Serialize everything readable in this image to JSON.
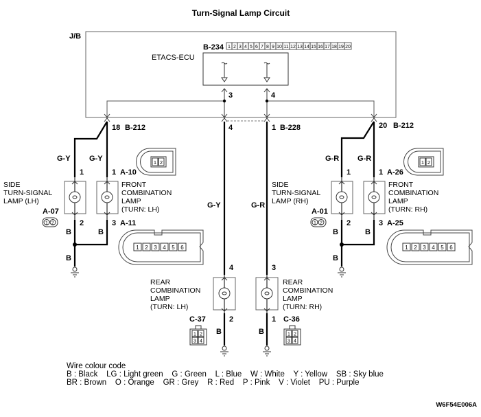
{
  "title": "Turn-Signal Lamp Circuit",
  "junction_block": {
    "label": "J/B"
  },
  "ecu": {
    "name": "ETACS-ECU",
    "connector": "B-234",
    "connector_pins": [
      "1",
      "2",
      "3",
      "4",
      "5",
      "6",
      "7",
      "8",
      "9",
      "10",
      "11",
      "12",
      "13",
      "14",
      "15",
      "16",
      "17",
      "18",
      "19",
      "20"
    ],
    "pin_left": "3",
    "pin_right": "4"
  },
  "junction_connectors": {
    "left": {
      "pin": "18",
      "connector": "B-212"
    },
    "mid_left": {
      "pin": "4"
    },
    "mid_right": {
      "pin": "1",
      "connector": "B-228"
    },
    "right": {
      "pin": "20",
      "connector": "B-212"
    }
  },
  "lamps": [
    {
      "id": "side-lh",
      "name_lines": [
        "SIDE",
        "TURN-SIGNAL",
        "LAMP (LH)"
      ],
      "connector": "A-07",
      "pin_in": "1",
      "pin_out": "2",
      "wire_in": "G-Y",
      "wire_out": "B",
      "connector_pins": [
        "1",
        "2"
      ]
    },
    {
      "id": "front-lh",
      "name_lines": [
        "FRONT",
        "COMBINATION",
        "LAMP",
        "(TURN: LH)"
      ],
      "connector_in": "A-10",
      "connector_out": "A-11",
      "pin_in": "1",
      "pin_out": "3",
      "wire_in": "G-Y",
      "wire_out": "B",
      "connector_in_pins": [
        "1",
        "2"
      ],
      "connector_out_pins": [
        "1",
        "2",
        "3",
        "4",
        "5",
        "6"
      ]
    },
    {
      "id": "side-rh",
      "name_lines": [
        "SIDE",
        "TURN-SIGNAL",
        "LAMP (RH)"
      ],
      "connector": "A-01",
      "pin_in": "1",
      "pin_out": "2",
      "wire_in": "G-R",
      "wire_out": "B",
      "connector_pins": [
        "1",
        "2"
      ]
    },
    {
      "id": "front-rh",
      "name_lines": [
        "FRONT",
        "COMBINATION",
        "LAMP",
        "(TURN: RH)"
      ],
      "connector_in": "A-26",
      "connector_out": "A-25",
      "pin_in": "1",
      "pin_out": "3",
      "wire_in": "G-R",
      "wire_out": "B",
      "connector_in_pins": [
        "1",
        "2"
      ],
      "connector_out_pins": [
        "1",
        "2",
        "3",
        "4",
        "5",
        "6"
      ]
    },
    {
      "id": "rear-lh",
      "name_lines": [
        "REAR",
        "COMBINATION",
        "LAMP",
        "(TURN: LH)"
      ],
      "connector": "C-37",
      "pin_in": "4",
      "pin_out": "2",
      "wire_in": "G-Y",
      "wire_out": "B",
      "connector_pins": [
        "1",
        "2",
        "3",
        "4"
      ]
    },
    {
      "id": "rear-rh",
      "name_lines": [
        "REAR",
        "COMBINATION",
        "LAMP",
        "(TURN: RH)"
      ],
      "connector": "C-36",
      "pin_in": "3",
      "pin_out": "1",
      "wire_in": "G-R",
      "wire_out": "B",
      "connector_pins": [
        "1",
        "2",
        "3",
        "4"
      ]
    }
  ],
  "ground_wires": {
    "left": "B",
    "right": "B"
  },
  "wire_colour_code": {
    "heading": "Wire colour code",
    "line1": "B : Black    LG : Light green    G : Green    L : Blue    W : White    Y : Yellow    SB : Sky blue",
    "line2": "BR : Brown    O : Orange    GR : Grey    R : Red    P : Pink    V : Violet    PU : Purple"
  },
  "figure_code": "W6F54E006A"
}
